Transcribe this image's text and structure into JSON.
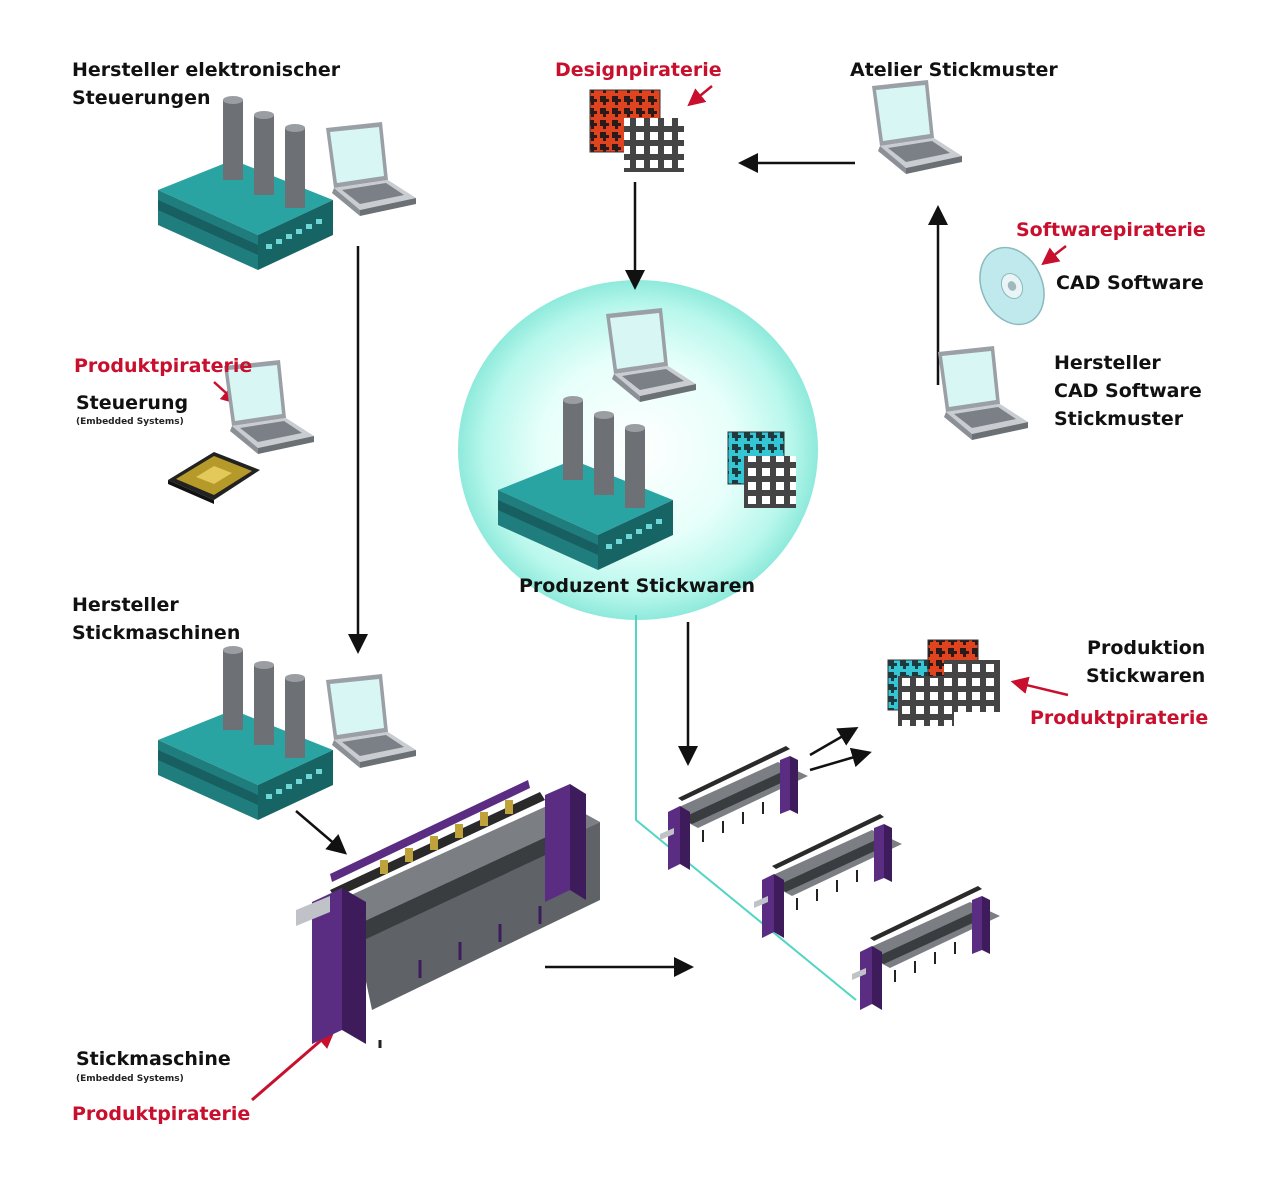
{
  "nodes": {
    "steuerungshersteller": {
      "line1": "Hersteller elektronischer",
      "line2": "Steuerungen"
    },
    "steuerung": {
      "piracy": "Produktpiraterie",
      "title": "Steuerung",
      "subtitle": "(Embedded Systems)"
    },
    "stickmaschinenhersteller": {
      "line1": "Hersteller",
      "line2": "Stickmaschinen"
    },
    "stickmaschine": {
      "title": "Stickmaschine",
      "subtitle": "(Embedded Systems)",
      "piracy": "Produktpiraterie"
    },
    "design": {
      "piracy": "Designpiraterie"
    },
    "atelier": {
      "title": "Atelier Stickmuster"
    },
    "cad": {
      "piracy": "Softwarepiraterie",
      "title": "CAD Software"
    },
    "cad_hersteller": {
      "line1": "Hersteller",
      "line2": "CAD Software",
      "line3": "Stickmuster"
    },
    "produzent": {
      "title": "Produzent Stickwaren"
    },
    "produktion": {
      "line1": "Produktion",
      "line2": "Stickwaren",
      "piracy": "Produktpiraterie"
    }
  },
  "colors": {
    "piracy_red": "#c8102e",
    "factory_teal": "#1f8a8a",
    "machine_purple": "#5b2d82",
    "glow_cyan": "#b8f7ec",
    "pattern_red": "#e0441e",
    "pattern_cyan": "#35c6d6"
  }
}
